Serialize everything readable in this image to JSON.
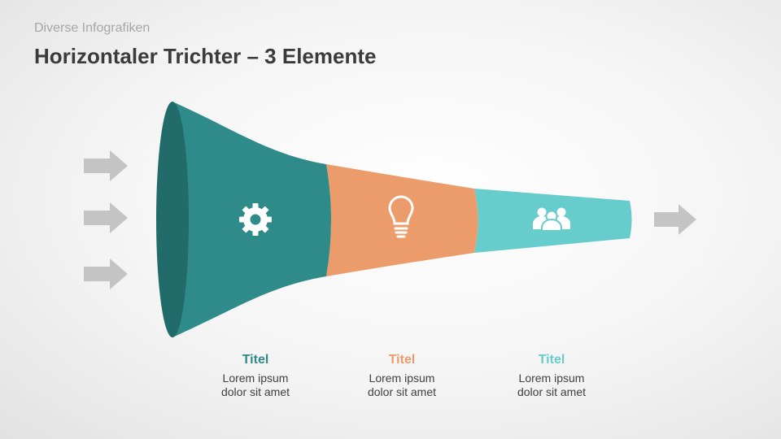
{
  "header": {
    "subtitle": "Diverse Infografiken",
    "title": "Horizontaler Trichter – 3 Elemente"
  },
  "colors": {
    "segment1": "#2e8b8a",
    "segment1_dark": "#216b6b",
    "segment2": "#ec9c6a",
    "segment3": "#66cccc",
    "arrow": "#c4c4c4"
  },
  "segments": [
    {
      "icon": "gear-icon",
      "title": "Titel",
      "line1": "Lorem ipsum",
      "line2": "dolor sit amet",
      "color": "#2e8b8a"
    },
    {
      "icon": "lightbulb-icon",
      "title": "Titel",
      "line1": "Lorem ipsum",
      "line2": "dolor sit amet",
      "color": "#ec9c6a"
    },
    {
      "icon": "people-group-icon",
      "title": "Titel",
      "line1": "Lorem ipsum",
      "line2": "dolor sit amet",
      "color": "#66cccc"
    }
  ]
}
